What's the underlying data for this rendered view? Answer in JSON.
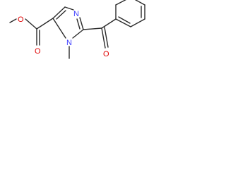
{
  "molecule": {
    "atoms": {
      "ester_o1": "O",
      "ester_o2": "O",
      "ring_n1": "N",
      "ring_n2": "N",
      "ketone_o": "O"
    },
    "colors": {
      "bond": "#2a2a2a",
      "oxygen": "#e00000",
      "nitrogen": "#3a3aff"
    }
  }
}
